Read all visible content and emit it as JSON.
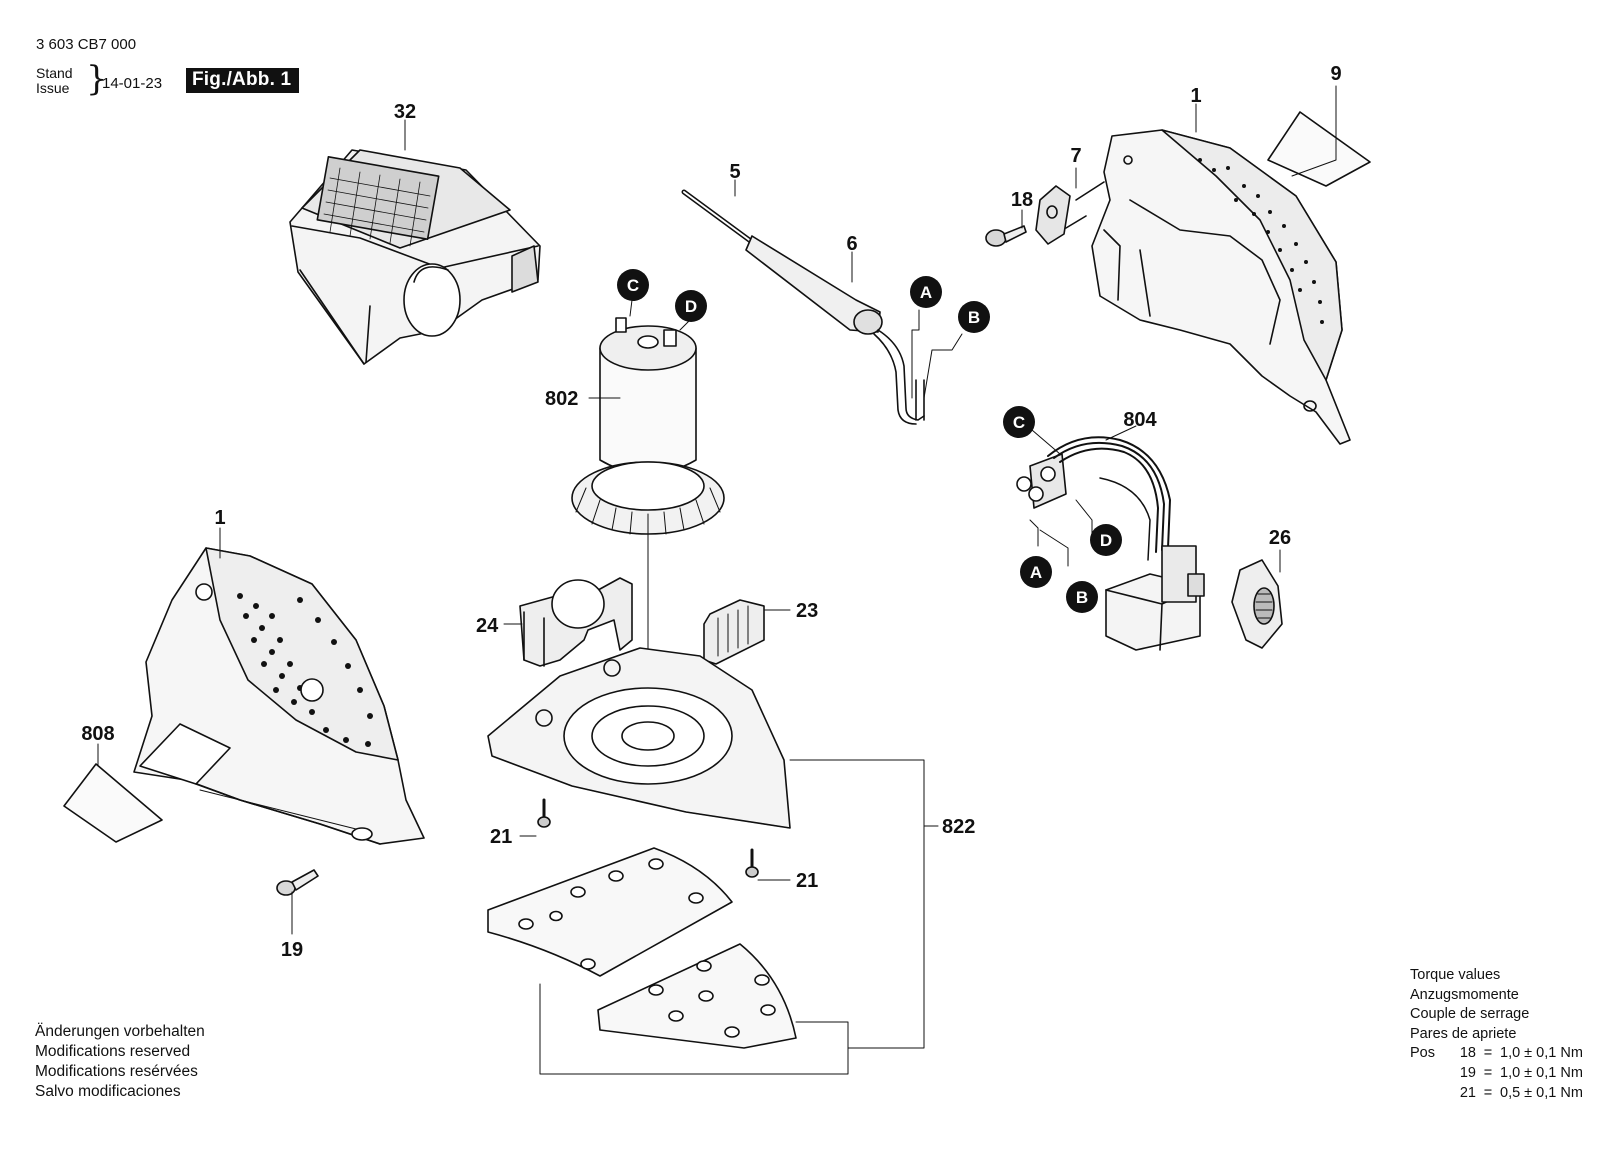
{
  "header": {
    "document_number": "3 603 CB7 000",
    "stand_label": "Stand",
    "issue_label": "Issue",
    "brace": "}",
    "date": "14-01-23",
    "figure_label": "Fig./Abb. 1"
  },
  "callouts": {
    "c32": "32",
    "c5": "5",
    "c6": "6",
    "c1_top": "1",
    "c9": "9",
    "c7": "7",
    "c18": "18",
    "c802": "802",
    "c804": "804",
    "c26": "26",
    "c1_left": "1",
    "c808": "808",
    "c19": "19",
    "c24": "24",
    "c23": "23",
    "c21_left": "21",
    "c21_right": "21",
    "c822": "822"
  },
  "connection_markers": {
    "motor_c": "C",
    "motor_d": "D",
    "cable_a": "A",
    "cable_b": "B",
    "switch_c": "C",
    "switch_d": "D",
    "switch_a": "A",
    "switch_b": "B"
  },
  "footer_notes": [
    "Änderungen vorbehalten",
    "Modifications reserved",
    "Modifications resérvées",
    "Salvo modificaciones"
  ],
  "torque": {
    "titles": [
      "Torque values",
      "Anzugsmomente",
      "Couple de serrage",
      "Pares de apriete"
    ],
    "pos_label": "Pos",
    "rows": [
      {
        "pos": "18",
        "eq": "=",
        "value": "1,0 ± 0,1 Nm"
      },
      {
        "pos": "19",
        "eq": "=",
        "value": "1,0 ± 0,1 Nm"
      },
      {
        "pos": "21",
        "eq": "=",
        "value": "0,5 ± 0,1 Nm"
      }
    ]
  }
}
